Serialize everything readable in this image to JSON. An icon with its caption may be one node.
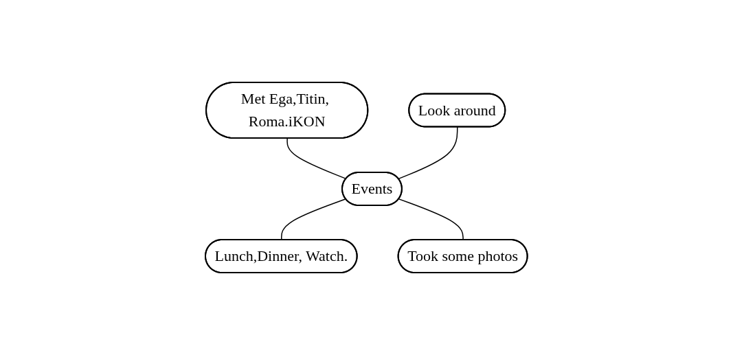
{
  "diagram": {
    "nodes": [
      {
        "text": [
          "Met Ega,Titin, Roma.iKON"
        ]
      },
      {
        "text": [
          "Look around"
        ]
      },
      {
        "text": [
          "Events"
        ]
      },
      {
        "text": [
          "Lunch,Dinner, Watch."
        ]
      },
      {
        "text": [
          "Took some photos"
        ]
      }
    ],
    "edges": [
      {
        "from": 0,
        "to": 2,
        "arrow": "none"
      },
      {
        "from": 1,
        "to": 2,
        "arrow": "none"
      },
      {
        "from": 2,
        "to": 3,
        "arrow": "none"
      },
      {
        "from": 2,
        "to": 4,
        "arrow": "none"
      }
    ]
  }
}
